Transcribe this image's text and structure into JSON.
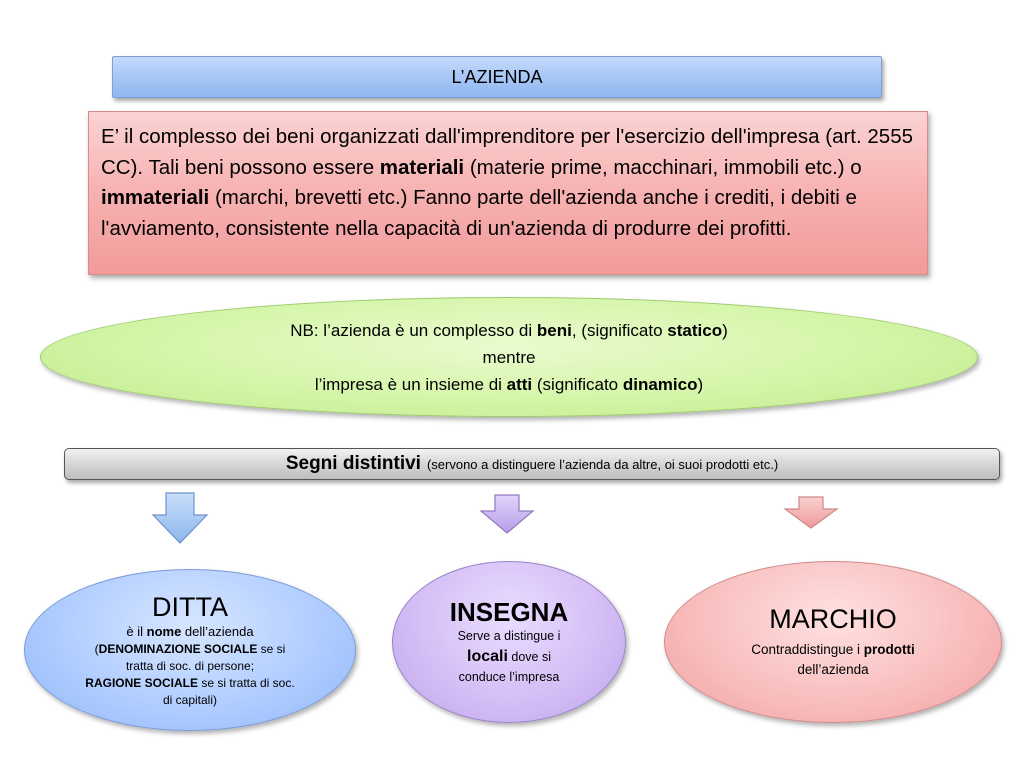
{
  "title": "L’AZIENDA",
  "definition": {
    "t1": "E’ il complesso dei beni organizzati dall'imprenditore per l'esercizio dell'impresa (art. 2555 CC). Tali beni possono essere ",
    "b1": "materiali",
    "t2": " (materie prime, macchinari, immobili etc.) o ",
    "b2": "immateriali",
    "t3": " (marchi, brevetti etc.) Fanno parte dell'azienda anche i crediti, i debiti e l'avviamento, consistente nella capacità di un'azienda di produrre dei profitti."
  },
  "nb": {
    "l1a": "NB: l’azienda è un complesso di ",
    "l1b": "beni",
    "l1c": ", (significato ",
    "l1d": "statico",
    "l1e": ")",
    "l2": "mentre",
    "l3a": "l’impresa è un insieme di ",
    "l3b": "atti",
    "l3c": " (significato ",
    "l3d": "dinamico",
    "l3e": ")"
  },
  "segni": {
    "title": "Segni distintivi",
    "note": "(servono a distinguere l’azienda da altre, oi suoi prodotti etc.)"
  },
  "ditta": {
    "title": "DITTA",
    "l1a": "è il ",
    "l1b": "nome",
    "l1c": " dell’azienda",
    "l2a": "(",
    "l2b": "DENOMINAZIONE SOCIALE",
    "l2c": " se si",
    "l3": "tratta di soc. di persone;",
    "l4a": "RAGIONE SOCIALE",
    "l4b": " se si tratta di soc.",
    "l5": "di capitali)"
  },
  "insegna": {
    "title": "INSEGNA",
    "l1": "Serve a distingue i",
    "l2a": "locali",
    "l2b": " dove si",
    "l3": "conduce l’impresa"
  },
  "marchio": {
    "title": "MARCHIO",
    "l1a": "Contraddistingue i ",
    "l1b": "prodotti",
    "l2": "dell’azienda"
  },
  "colors": {
    "arrow_blue": "#9dc3f5",
    "arrow_purple": "#c9b4f0",
    "arrow_red": "#f5a3a3"
  },
  "icons": [
    "arrow-down-icon"
  ]
}
